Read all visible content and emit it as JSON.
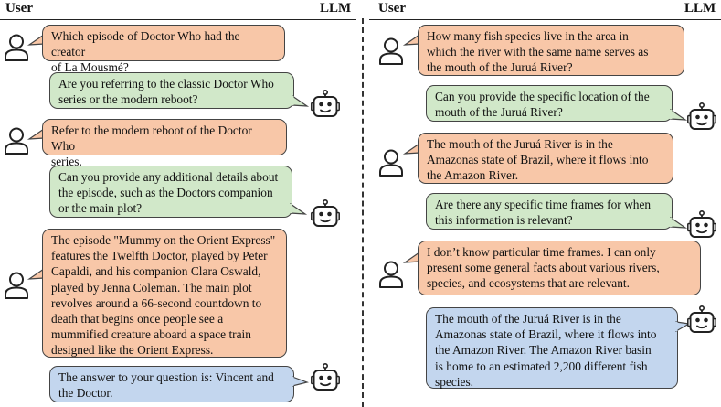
{
  "left_panel": {
    "header_user": "User",
    "header_llm": "LLM",
    "messages": [
      {
        "text": "Which episode of Doctor Who had the creator\nof La Mousmé?"
      },
      {
        "text": "Are you referring to the classic Doctor Who\nseries or the modern reboot?"
      },
      {
        "text": "Refer to the modern reboot of the Doctor Who\nseries."
      },
      {
        "text": "Can you provide any additional details about\nthe episode, such as the Doctors companion\nor the main plot?"
      },
      {
        "text": "The episode \"Mummy on the Orient Express\"\nfeatures the Twelfth Doctor, played by Peter\nCapaldi, and his companion Clara Oswald,\nplayed by Jenna Coleman. The main plot\nrevolves around a 66-second countdown to\ndeath that begins once people see a\nmummified creature aboard a space train\ndesigned like the Orient Express."
      },
      {
        "text": "The answer to your question is: Vincent and\nthe Doctor."
      }
    ]
  },
  "right_panel": {
    "header_user": "User",
    "header_llm": "LLM",
    "messages": [
      {
        "text": "How many fish species live in the area in\nwhich the river with the same name serves as\nthe mouth of the Juruá River?"
      },
      {
        "text": "Can you provide the specific location of the\nmouth of the Juruá River?"
      },
      {
        "text": "The mouth of the Juruá River is in the\nAmazonas state of Brazil, where it flows into\nthe Amazon River."
      },
      {
        "text": "Are there any specific time frames for when\nthis information is relevant?"
      },
      {
        "text": "I don’t know particular time frames. I can only\npresent some general facts about various rivers,\nspecies, and ecosystems that are relevant."
      },
      {
        "text": "The mouth of the Juruá River is in the\nAmazonas state of Brazil, where it flows into\nthe Amazon River. The Amazon River basin\nis home to an estimated 2,200 different fish\nspecies."
      }
    ]
  },
  "colors": {
    "user_bubble": "#f8c7a8",
    "llm_bubble": "#d1e8c9",
    "final_answer_bubble": "#c3d6ee"
  }
}
